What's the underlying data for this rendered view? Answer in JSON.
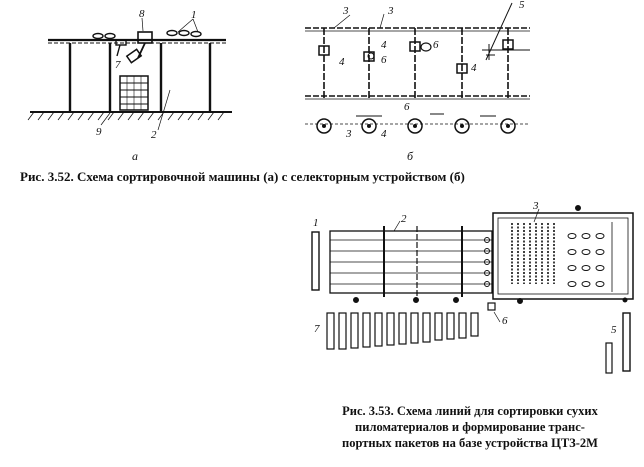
{
  "figure_352": {
    "caption": "Рис. 3.52. Схема сортировочной машины (а) с селекторным устройством (б)",
    "sublabel_a": "а",
    "sublabel_b": "б",
    "labels_a": [
      "1",
      "8",
      "7",
      "9",
      "2"
    ],
    "labels_b": [
      "3",
      "3",
      "5",
      "4",
      "6",
      "4",
      "6",
      "4",
      "6",
      "3",
      "4"
    ]
  },
  "figure_353": {
    "caption_lines": [
      "Рис. 3.53. Схема линий для сортировки сухих",
      "пиломатериалов и формирование транс-",
      "портных пакетов на базе устройства ЦТЗ-2М"
    ],
    "labels": [
      "1",
      "2",
      "3",
      "7",
      "6",
      "5"
    ]
  }
}
